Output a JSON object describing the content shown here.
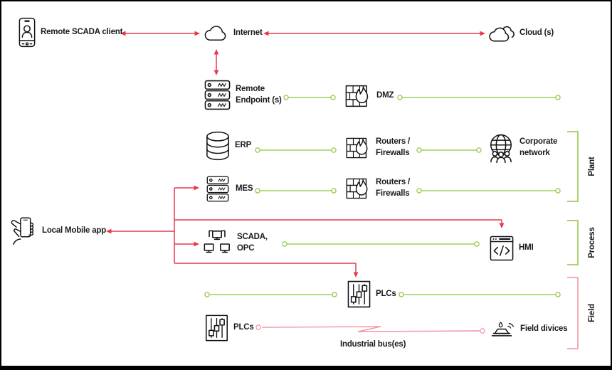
{
  "colors": {
    "green": "#8dc63f",
    "red": "#e73850",
    "pink": "#f2909f",
    "icon": "#111111",
    "text": "#1a1a1a",
    "background": "#ffffff",
    "border": "#000000"
  },
  "nodes": {
    "remote_scada_client": {
      "label": "Remote SCADA client",
      "icon": "smartphone-user-icon"
    },
    "internet": {
      "label": "Internet",
      "icon": "cloud-icon"
    },
    "clouds": {
      "label": "Cloud (s)",
      "icon": "clouds-icon"
    },
    "remote_endpoint": {
      "label": "Remote\nEndpoint (s)",
      "icon": "server-stack-icon"
    },
    "dmz": {
      "label": "DMZ",
      "icon": "firewall-icon"
    },
    "erp": {
      "label": "ERP",
      "icon": "database-icon"
    },
    "routers_firewalls_1": {
      "label": "Routers /\nFirewalls",
      "icon": "firewall-icon"
    },
    "corporate_network": {
      "label": "Corporate\nnetwork",
      "icon": "globe-users-icon"
    },
    "mes": {
      "label": "MES",
      "icon": "server-stack-icon"
    },
    "routers_firewalls_2": {
      "label": "Routers /\nFirewalls",
      "icon": "firewall-icon"
    },
    "local_mobile_app": {
      "label": "Local Mobile app",
      "icon": "hand-phone-icon"
    },
    "scada_opc": {
      "label": "SCADA,\nOPC",
      "icon": "workstations-icon"
    },
    "hmi": {
      "label": "HMI",
      "icon": "code-window-icon"
    },
    "plcs_upper": {
      "label": "PLCs",
      "icon": "plc-sliders-icon"
    },
    "plcs_lower": {
      "label": "PLCs",
      "icon": "plc-sliders-icon"
    },
    "field_devices": {
      "label": "Field divices",
      "icon": "field-sensor-icon"
    },
    "industrial_bus": {
      "label": "Industrial bus(es)"
    }
  },
  "zones": [
    {
      "label": "Plant",
      "color": "green"
    },
    {
      "label": "Process",
      "color": "green"
    },
    {
      "label": "Field",
      "color": "pink"
    }
  ]
}
